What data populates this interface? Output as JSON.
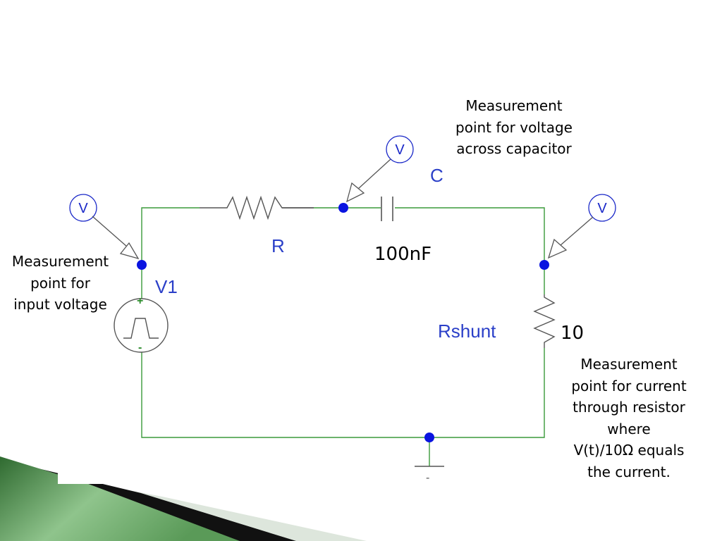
{
  "components": {
    "source": {
      "name": "V1",
      "plus": "+",
      "minus": "-"
    },
    "resistor": {
      "name": "R"
    },
    "capacitor": {
      "name": "C",
      "value": "100nF"
    },
    "shunt": {
      "name": "Rshunt",
      "value": "10"
    },
    "ground": {
      "symbol": "-"
    }
  },
  "probe_label": "V",
  "notes": {
    "input": [
      "Measurement",
      "point for",
      "input voltage"
    ],
    "capacitor": [
      "Measurement",
      "point for voltage",
      "across capacitor"
    ],
    "current": [
      "Measurement",
      "point for current",
      "through resistor",
      "where",
      "V(t)/10Ω equals",
      "the current."
    ]
  },
  "colors": {
    "wire": "#3a9a3a",
    "node": "#0a14e0",
    "probe": "#1a28c8",
    "label": "#2a3fc8",
    "accent_green_dark": "#2f6a30",
    "accent_green_light": "#8fc48c",
    "accent_black": "#111111",
    "accent_grey": "#dde6dc"
  }
}
